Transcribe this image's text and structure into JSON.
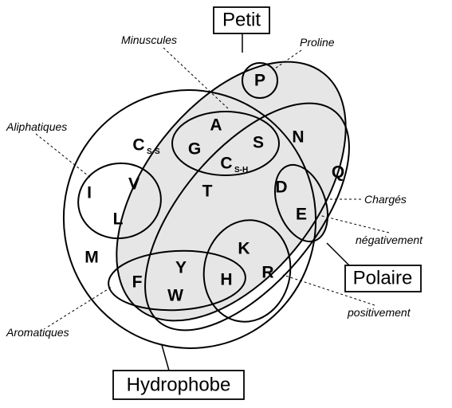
{
  "sets": {
    "small": "Petit",
    "polar": "Polaire",
    "hydrophobic": "Hydrophobe"
  },
  "annotations": {
    "tiny": "Minuscules",
    "proline": "Proline",
    "aliphatic": "Aliphatiques",
    "charged": "Chargés",
    "negative": "négativement",
    "positive": "positivement",
    "aromatic": "Aromatiques"
  },
  "amino_acids": {
    "P": "P",
    "A": "A",
    "G": "G",
    "S": "S",
    "N": "N",
    "Q": "Q",
    "C_main": "C",
    "C_ss_sub": "S-S",
    "C_sh_sub": "S-H",
    "T": "T",
    "D": "D",
    "E": "E",
    "I": "I",
    "V": "V",
    "L": "L",
    "M": "M",
    "K": "K",
    "R": "R",
    "H": "H",
    "F": "F",
    "Y": "Y",
    "W": "W"
  },
  "colors": {
    "shaded_region": "#e6e6e6",
    "line": "#000000",
    "background": "#ffffff"
  }
}
